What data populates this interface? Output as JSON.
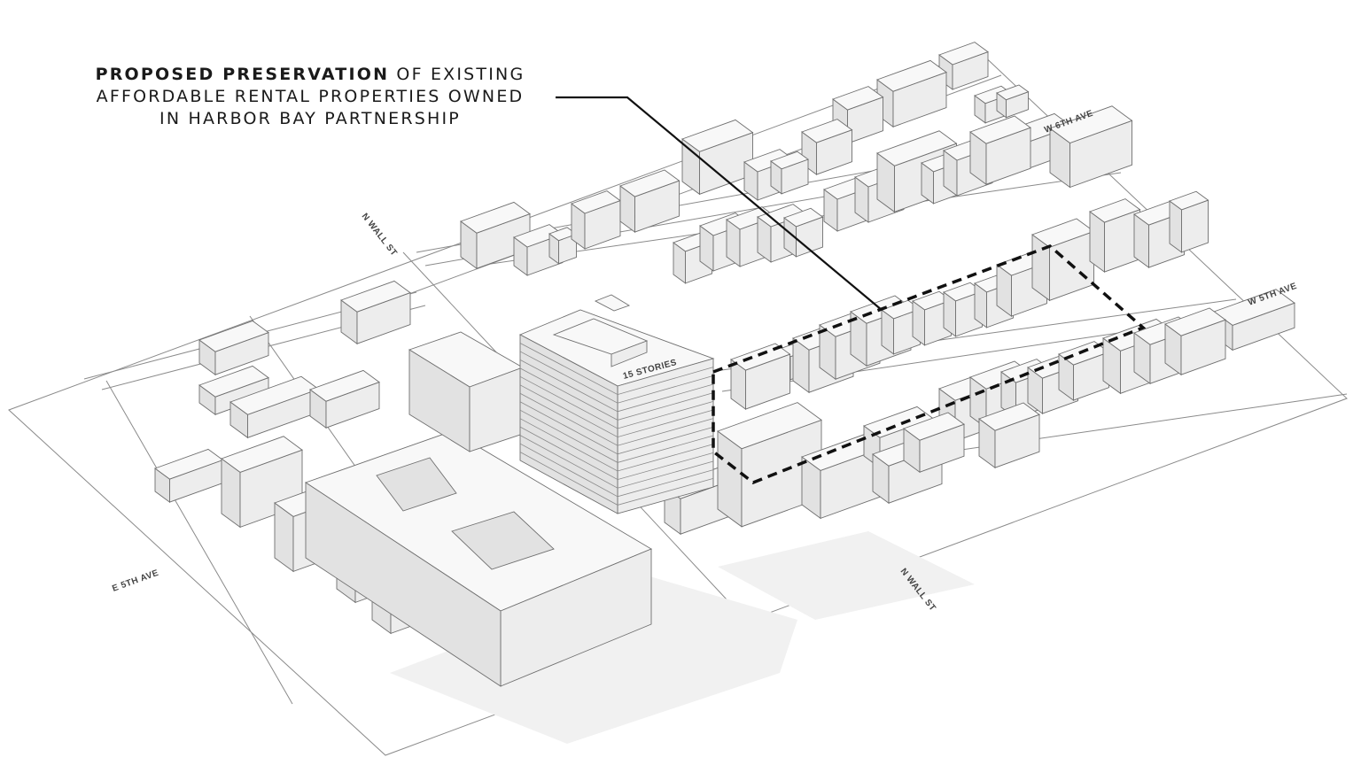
{
  "callout": {
    "strong": "PROPOSED PRESERVATION",
    "rest_line1": " OF EXISTING",
    "line2": "AFFORDABLE RENTAL PROPERTIES OWNED",
    "line3": "IN HARBOR BAY PARTNERSHIP"
  },
  "streets": {
    "n_wall_top": "N WALL ST",
    "n_wall_bottom": "N WALL ST",
    "w_6th": "W 6TH AVE",
    "w_5th": "W 5TH AVE",
    "e_5th": "E 5TH AVE"
  },
  "tower": {
    "label": "15 STORIES"
  },
  "colors": {
    "ink": "#1a1a1a",
    "massing": "#ededed",
    "outline": "#6f6f6f",
    "boundary": "#111111"
  }
}
